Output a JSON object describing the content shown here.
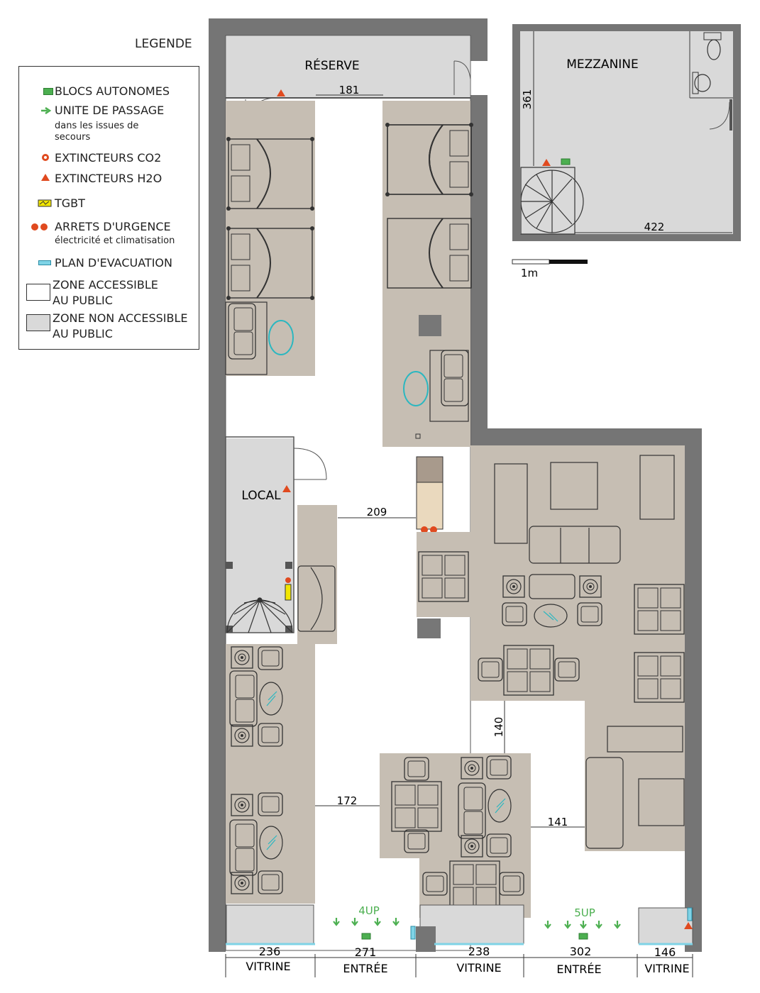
{
  "legend": {
    "title": "LEGENDE",
    "items": [
      {
        "label": "BLOCS AUTONOMES",
        "color": "#4caf50"
      },
      {
        "label": "UNITE DE PASSAGE",
        "sub": "dans les issues de secours",
        "color": "#4caf50"
      },
      {
        "label": "EXTINCTEURS CO2",
        "color": "#e04a1f"
      },
      {
        "label": "EXTINCTEURS H2O",
        "color": "#e04a1f"
      },
      {
        "label": "TGBT",
        "color": "#f2e600"
      },
      {
        "label": "ARRETS D'URGENCE",
        "sub": "électricité et climatisation",
        "color": "#e04a1f"
      },
      {
        "label": "PLAN D'EVACUATION",
        "color": "#7fd3e6"
      },
      {
        "label": "ZONE ACCESSIBLE",
        "label2": "AU PUBLIC",
        "color": "#ffffff"
      },
      {
        "label": "ZONE NON ACCESSIBLE",
        "label2": "AU PUBLIC",
        "color": "#d9d9d9"
      }
    ]
  },
  "rooms": {
    "reserve": "RÉSERVE",
    "local": "LOCAL",
    "mezzanine": "MEZZANINE"
  },
  "dimensions": {
    "reserve_door": "181",
    "mezz_height": "361",
    "mezz_width": "422",
    "corridor_top": "209",
    "corridor_mid": "140",
    "corridor_left": "172",
    "corridor_right": "141"
  },
  "scale": {
    "label": "1m"
  },
  "frontage": [
    {
      "width": "236",
      "label": "VITRINE"
    },
    {
      "width": "271",
      "label": "ENTRÉE",
      "up": "4UP"
    },
    {
      "width": "238",
      "label": "VITRINE"
    },
    {
      "width": "302",
      "label": "ENTRÉE",
      "up": "5UP"
    },
    {
      "width": "146",
      "label": "VITRINE"
    }
  ],
  "colors": {
    "wall": "#757575",
    "zone_public": "#c6beb3",
    "zone_private": "#d9d9d9",
    "furniture": "#333333",
    "table_glass": "#2bb7c0",
    "exit_green": "#4caf50",
    "fire_red": "#e04a1f",
    "evac_blue": "#7fd3e6"
  }
}
